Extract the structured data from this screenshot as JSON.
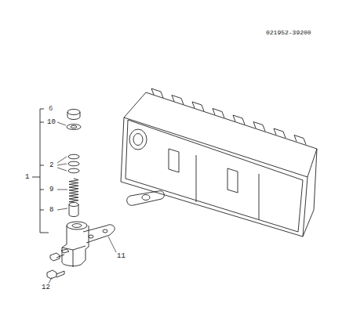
{
  "diagram": {
    "labels": [
      "021952-39200",
      "6",
      "10",
      "2",
      "9",
      "8",
      "1",
      "11",
      "12"
    ]
  }
}
